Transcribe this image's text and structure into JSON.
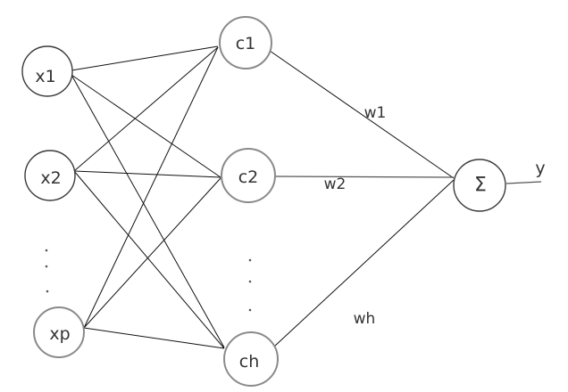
{
  "diagram": {
    "type": "rbf-network",
    "inputs": [
      {
        "id": "x1",
        "label": "x1"
      },
      {
        "id": "x2",
        "label": "x2"
      },
      {
        "id": "xp",
        "label": "xp"
      }
    ],
    "hidden": [
      {
        "id": "c1",
        "label": "c1"
      },
      {
        "id": "c2",
        "label": "c2"
      },
      {
        "id": "ch",
        "label": "ch"
      }
    ],
    "output_node": {
      "id": "sum",
      "label": "Σ"
    },
    "weights": [
      {
        "from": "c1",
        "label": "w1"
      },
      {
        "from": "c2",
        "label": "w2"
      },
      {
        "from": "ch",
        "label": "wh"
      }
    ],
    "output": {
      "label": "y"
    },
    "ellipsis": "⋮"
  }
}
